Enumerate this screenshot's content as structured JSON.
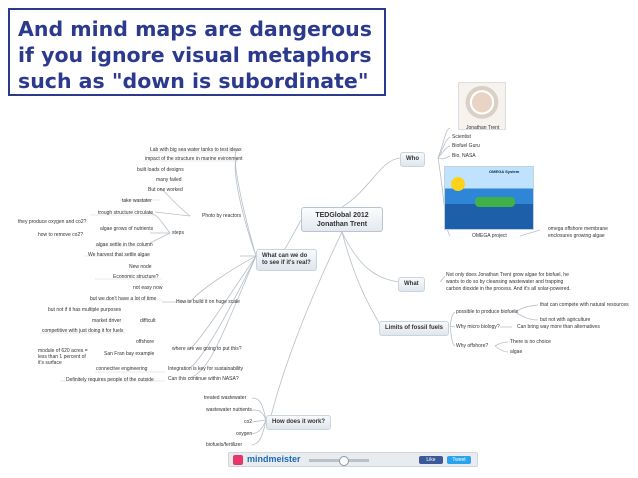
{
  "title": {
    "lines": [
      "And mind maps are dangerous",
      "if you ignore visual metaphors",
      "such as \"down is subordinate\""
    ]
  },
  "mindmap": {
    "center": [
      "TEDGlobal 2012",
      "Jonathan Trent"
    ],
    "hubs": {
      "who": "Who",
      "what": "What",
      "limits": "Limits of fossil fuels",
      "what_can_we_do": [
        "What can we do",
        "to see if it's real?"
      ],
      "how": "How does it work?"
    },
    "who_items": [
      "Jonathan Trent",
      "Scientist",
      "Biofuel Guru",
      "Bio, NASA",
      "OMEGA project"
    ],
    "omega_caption": "OMEGA System",
    "omega_note": [
      "omega offshore membrane",
      "enclosures growing algae"
    ],
    "what_text": [
      "Not only does Jonathan Trent grow algae for biofuel, he",
      "wants to do so by cleansing wastewater and trapping",
      "carbon dioxide in the process. And it's all solar-powered."
    ],
    "limits_items": [
      "possible to produce biofuels",
      "Why micro biology?",
      "Why offshore?"
    ],
    "limits_sub": [
      "that can compete with natural resources",
      "but not with agriculture",
      "Can bring way more than alternatives",
      "There is no choice",
      "algae"
    ],
    "wcwd_items": [
      "Lab with big sea water tanks to test ideas",
      "impact of the structure in marine evironment",
      "built loads of designs",
      "many failed",
      "But one worked",
      "take wastater",
      "trough structure circulate",
      "algae grows of nutrients",
      "algae settle in the column",
      "We harvest that settle algae",
      "New node",
      "Economic structure?",
      "not easy now",
      "but we don't have a lot of time",
      "but not if it has multiple purposes",
      "market driver",
      "competitive with just doing it for fuels",
      "offshore",
      "San Fran bay example",
      "connective engineering",
      "Definitely requires people of the outside",
      "module of 620 acres = less than 1 percent of it's surface",
      "they produce oxygen and co2?",
      "how to remove co2?",
      "Photo by reactors",
      "steps",
      "How to build it on huge scale",
      "difficult",
      "where are we going to put this?",
      "Integration is key for sustainability",
      "Can this continue within NASA?"
    ],
    "how_items": [
      "treated wastewater",
      "wastewater nutrients",
      "co2",
      "oxygen",
      "biofuels/fertilizer"
    ]
  },
  "footer": {
    "brand": "mindmeister",
    "like_label": "Like",
    "tweet_label": "Tweet"
  },
  "colors": {
    "title_text": "#2b3a8c",
    "title_border": "#2b3a8c",
    "brand_blue": "#1d69b7",
    "brand_pink": "#e8356c"
  }
}
